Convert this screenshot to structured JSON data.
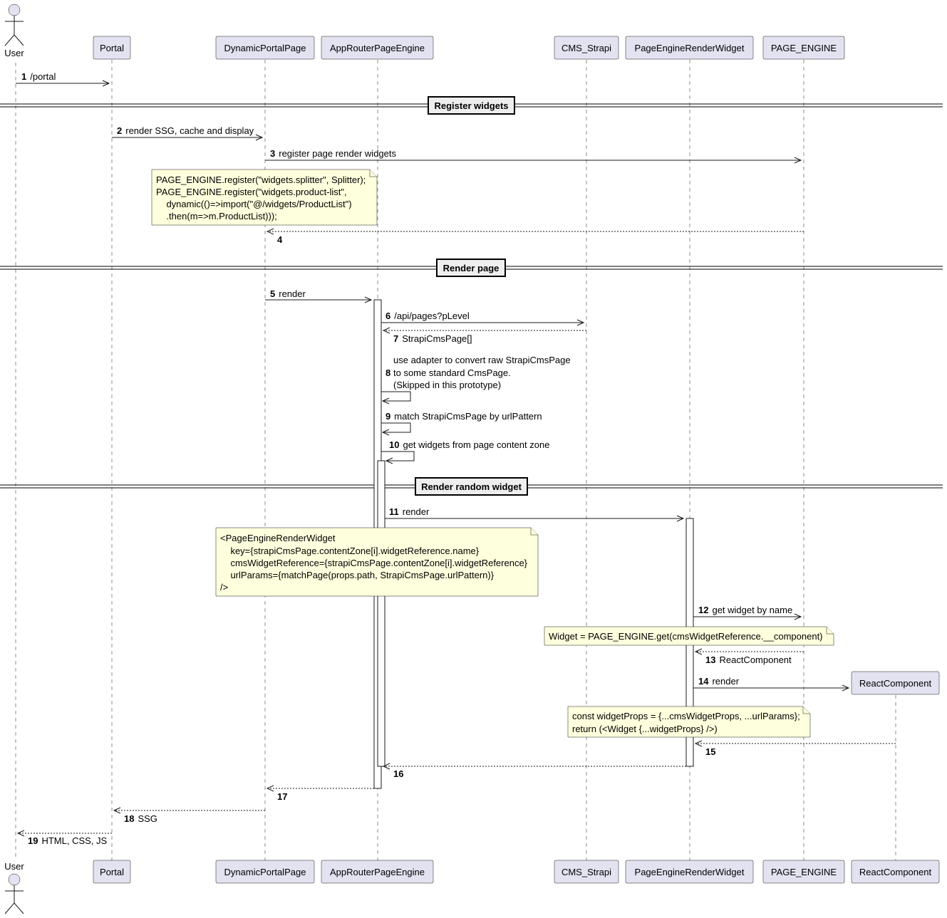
{
  "participants": [
    {
      "id": "user",
      "label": "User",
      "kind": "actor"
    },
    {
      "id": "portal",
      "label": "Portal",
      "kind": "box"
    },
    {
      "id": "dpp",
      "label": "DynamicPortalPage",
      "kind": "box"
    },
    {
      "id": "arpe",
      "label": "AppRouterPageEngine",
      "kind": "box"
    },
    {
      "id": "cms",
      "label": "CMS_Strapi",
      "kind": "box"
    },
    {
      "id": "perw",
      "label": "PageEngineRenderWidget",
      "kind": "box"
    },
    {
      "id": "pe",
      "label": "PAGE_ENGINE",
      "kind": "box"
    },
    {
      "id": "rc",
      "label": "ReactComponent",
      "kind": "box",
      "created_at_message": "14"
    }
  ],
  "dividers": [
    {
      "label": "Register widgets"
    },
    {
      "label": "Render page"
    },
    {
      "label": "Render random widget"
    }
  ],
  "messages": [
    {
      "num": "1",
      "from": "user",
      "to": "portal",
      "text": [
        "/portal"
      ],
      "dashed": false
    },
    {
      "num": "2",
      "from": "portal",
      "to": "dpp",
      "text": [
        "render SSG, cache and display"
      ],
      "dashed": false
    },
    {
      "num": "3",
      "from": "dpp",
      "to": "pe",
      "text": [
        "register page render widgets"
      ],
      "dashed": false
    },
    {
      "num": "4",
      "from": "pe",
      "to": "dpp",
      "text": [
        ""
      ],
      "dashed": true
    },
    {
      "num": "5",
      "from": "dpp",
      "to": "arpe",
      "text": [
        "render"
      ],
      "dashed": false
    },
    {
      "num": "6",
      "from": "arpe",
      "to": "cms",
      "text": [
        "/api/pages?pLevel"
      ],
      "dashed": false
    },
    {
      "num": "7",
      "from": "cms",
      "to": "arpe",
      "text": [
        "StrapiCmsPage[]"
      ],
      "dashed": true
    },
    {
      "num": "8",
      "from": "arpe",
      "to": "arpe",
      "text": [
        "use adapter to convert raw StrapiCmsPage",
        "to some standard CmsPage.",
        "(Skipped in this prototype)"
      ],
      "dashed": false
    },
    {
      "num": "9",
      "from": "arpe",
      "to": "arpe",
      "text": [
        "match StrapiCmsPage by urlPattern"
      ],
      "dashed": false
    },
    {
      "num": "10",
      "from": "arpe",
      "to": "arpe",
      "text": [
        "get widgets from page content zone"
      ],
      "dashed": false
    },
    {
      "num": "11",
      "from": "arpe",
      "to": "perw",
      "text": [
        "render"
      ],
      "dashed": false
    },
    {
      "num": "12",
      "from": "perw",
      "to": "pe",
      "text": [
        "get widget by name"
      ],
      "dashed": false
    },
    {
      "num": "13",
      "from": "pe",
      "to": "perw",
      "text": [
        "ReactComponent"
      ],
      "dashed": true
    },
    {
      "num": "14",
      "from": "perw",
      "to": "rc",
      "text": [
        "render"
      ],
      "dashed": false
    },
    {
      "num": "15",
      "from": "rc",
      "to": "perw",
      "text": [
        ""
      ],
      "dashed": true
    },
    {
      "num": "16",
      "from": "perw",
      "to": "arpe",
      "text": [
        ""
      ],
      "dashed": true
    },
    {
      "num": "17",
      "from": "arpe",
      "to": "dpp",
      "text": [
        ""
      ],
      "dashed": true
    },
    {
      "num": "18",
      "from": "dpp",
      "to": "portal",
      "text": [
        "SSG"
      ],
      "dashed": true
    },
    {
      "num": "19",
      "from": "portal",
      "to": "user",
      "text": [
        "HTML, CSS, JS"
      ],
      "dashed": true
    }
  ],
  "notes": [
    {
      "id": "note-register",
      "lines": [
        "PAGE_ENGINE.register(\"widgets.splitter\", Splitter);",
        "PAGE_ENGINE.register(\"widgets.product-list\",",
        "    dynamic(()=>import(\"@/widgets/ProductList\")",
        "    .then(m=>m.ProductList)));"
      ]
    },
    {
      "id": "note-render-widget",
      "lines": [
        "<PageEngineRenderWidget",
        "    key={strapiCmsPage.contentZone[i].widgetReference.name}",
        "    cmsWidgetReference={strapiCmsPage.contentZone[i].widgetReference}",
        "    urlParams={matchPage(props.path, StrapiCmsPage.urlPattern)}",
        "/>"
      ]
    },
    {
      "id": "note-get-widget",
      "lines": [
        "Widget = PAGE_ENGINE.get(cmsWidgetReference.__component)"
      ]
    },
    {
      "id": "note-widget-props",
      "lines": [
        "const widgetProps = {...cmsWidgetProps, ...urlParams};",
        "return (<Widget {...widgetProps} />)"
      ]
    }
  ]
}
